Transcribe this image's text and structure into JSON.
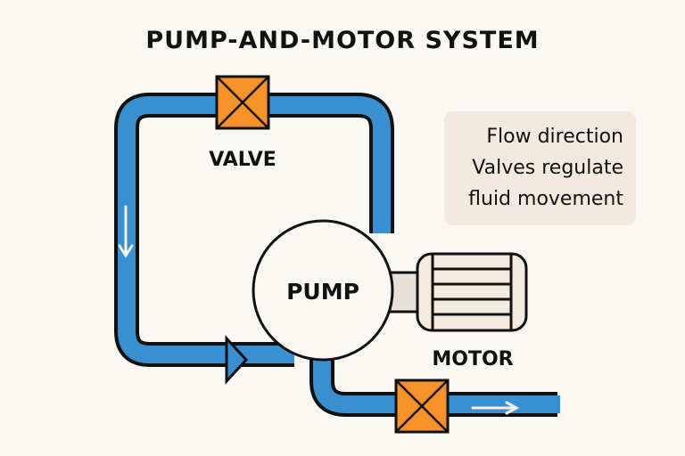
{
  "title": "PUMP-AND-MOTOR SYSTEM",
  "labels": {
    "valve": "VALVE",
    "pump": "PUMP",
    "motor": "MOTOR"
  },
  "note": {
    "lines": [
      "Flow direction",
      "Valves regulate",
      "fluid movement"
    ]
  },
  "colors": {
    "pipe": "#3a8fd1",
    "valve": "#f7922a",
    "motor_body": "#f3ebde",
    "coupling": "#e6e0d6",
    "background": "#faf8f3",
    "note_bg": "#f2eadf",
    "outline": "#111111"
  },
  "components": [
    {
      "name": "upper-valve",
      "type": "valve"
    },
    {
      "name": "outlet-valve",
      "type": "valve"
    },
    {
      "name": "pump",
      "type": "pump"
    },
    {
      "name": "motor",
      "type": "motor"
    }
  ],
  "flow_arrows": [
    "down",
    "right",
    "right"
  ]
}
